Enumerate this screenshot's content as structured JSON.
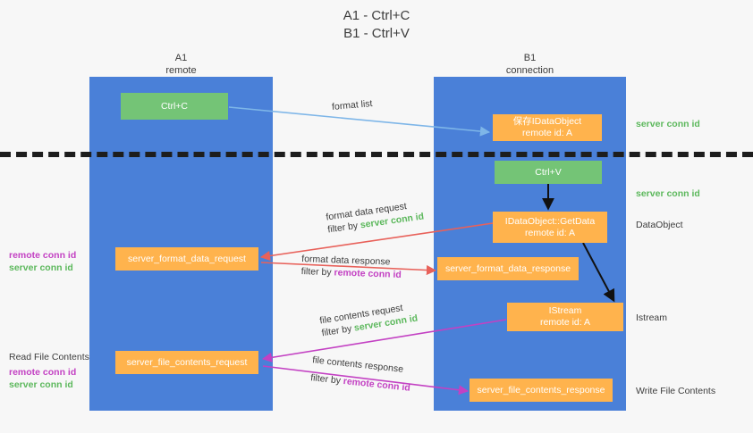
{
  "title": {
    "line1": "A1 - Ctrl+C",
    "line2": "B1 - Ctrl+V"
  },
  "columns": [
    {
      "name": "A1",
      "sub": "remote"
    },
    {
      "name": "B1",
      "sub": "connection"
    }
  ],
  "nodes": {
    "ctrl_c": {
      "label": "Ctrl+C"
    },
    "ctrl_v": {
      "label": "Ctrl+V"
    },
    "save_idataobject": {
      "line1": "保存IDataObject",
      "line2": "remote id: A"
    },
    "getdata": {
      "line1": "IDataObject::GetData",
      "line2": "remote id: A"
    },
    "istream": {
      "line1": "IStream",
      "line2": "remote id: A"
    },
    "server_format_data_request": {
      "label": "server_format_data_request"
    },
    "server_format_data_response": {
      "label": "server_format_data_response"
    },
    "server_file_contents_request": {
      "label": "server_file_contents_request"
    },
    "server_file_contents_response": {
      "label": "server_file_contents_response"
    }
  },
  "edges": {
    "format_list": {
      "label": "format list"
    },
    "format_data_request": {
      "line1": "format data request",
      "line2_prefix": "filter by ",
      "line2_key": "server conn id"
    },
    "format_data_response": {
      "line1": "format data response",
      "line2_prefix": "filter by ",
      "line2_key": "remote conn id"
    },
    "file_contents_request": {
      "line1": "file contents request",
      "line2_prefix": "filter by ",
      "line2_key": "server conn id"
    },
    "file_contents_response": {
      "line1": "file contents response",
      "line2_prefix": "filter by ",
      "line2_key": "remote conn id"
    }
  },
  "annotations": {
    "right": [
      {
        "text": "server conn id",
        "kind": "green"
      },
      {
        "text": "server conn id",
        "kind": "green"
      },
      {
        "text": "DataObject",
        "kind": "plain"
      },
      {
        "text": "Istream",
        "kind": "plain"
      },
      {
        "text": "Write File Contents",
        "kind": "plain"
      }
    ],
    "left": {
      "group1_remote": "remote conn id",
      "group1_server": "server conn id",
      "read_file_contents": "Read File Contents",
      "group2_remote": "remote conn id",
      "group2_server": "server conn id"
    }
  },
  "colors": {
    "lane": "#4a80d8",
    "green_box": "#74c476",
    "orange_box": "#ffb34d",
    "green_text": "#5cb85c",
    "purple_text": "#c341c3",
    "blue_arrow": "#7eb6e8",
    "red_arrow": "#e8615a",
    "magenta_arrow": "#c341c3",
    "black_arrow": "#111111",
    "background": "#f7f7f7"
  }
}
